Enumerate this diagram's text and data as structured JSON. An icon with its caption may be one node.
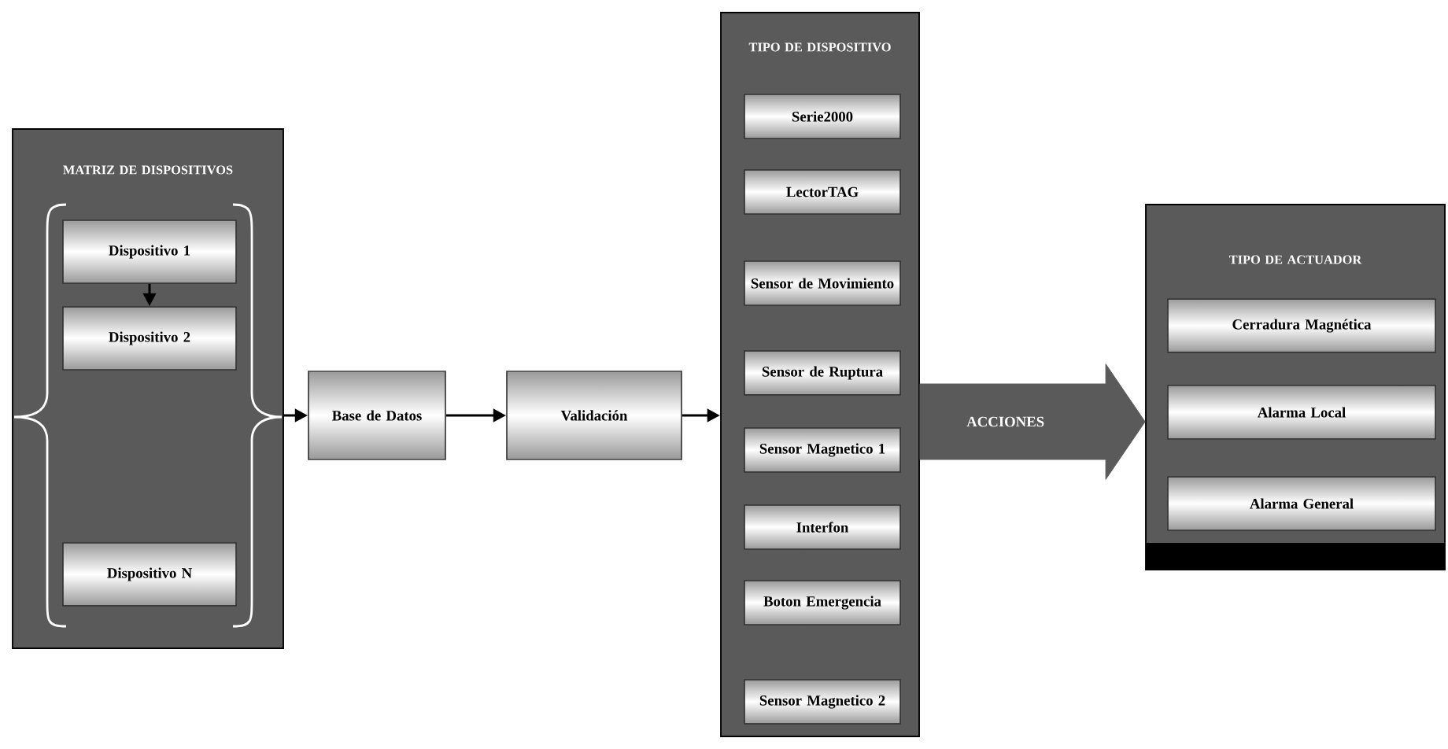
{
  "diagram": {
    "nodes": [
      {
        "text": [
          "MATRIZ DE DISPOSITIVOS"
        ]
      },
      {
        "text": [
          "Dispositivo 1"
        ],
        "in": 0
      },
      {
        "text": [
          "Dispositivo 2"
        ],
        "in": 0
      },
      {
        "text": [
          "Dispositivo N"
        ],
        "in": 0
      },
      {
        "text": [
          "Base de Datos"
        ]
      },
      {
        "text": [
          "Validación"
        ]
      },
      {
        "text": [
          "TIPO DE DISPOSITIVO"
        ]
      },
      {
        "text": [
          "Serie2000"
        ],
        "in": 6
      },
      {
        "text": [
          "LectorTAG"
        ],
        "in": 6
      },
      {
        "text": [
          "Sensor de Movimiento"
        ],
        "in": 6
      },
      {
        "text": [
          "Sensor de Ruptura"
        ],
        "in": 6
      },
      {
        "text": [
          "Sensor Magnetico 1"
        ],
        "in": 6
      },
      {
        "text": [
          "Interfon"
        ],
        "in": 6
      },
      {
        "text": [
          "Boton Emergencia"
        ],
        "in": 6
      },
      {
        "text": [
          "Sensor Magnetico 2"
        ],
        "in": 6
      },
      {
        "text": [
          "TIPO DE ACTUADOR"
        ]
      },
      {
        "text": [
          "Cerradura Magnética"
        ],
        "in": 15
      },
      {
        "text": [
          "Alarma Local"
        ],
        "in": 15
      },
      {
        "text": [
          "Alarma General"
        ],
        "in": 15
      }
    ],
    "edges": [
      {
        "from": 1,
        "to": 2,
        "arrow": "to"
      },
      {
        "from": 0,
        "to": 4,
        "arrow": "to"
      },
      {
        "from": 4,
        "to": 5,
        "arrow": "to"
      },
      {
        "from": 5,
        "to": 6,
        "arrow": "to"
      },
      {
        "from": 6,
        "to": 15,
        "arrow": "to",
        "label": "ACCIONES",
        "style": "thick"
      }
    ]
  }
}
